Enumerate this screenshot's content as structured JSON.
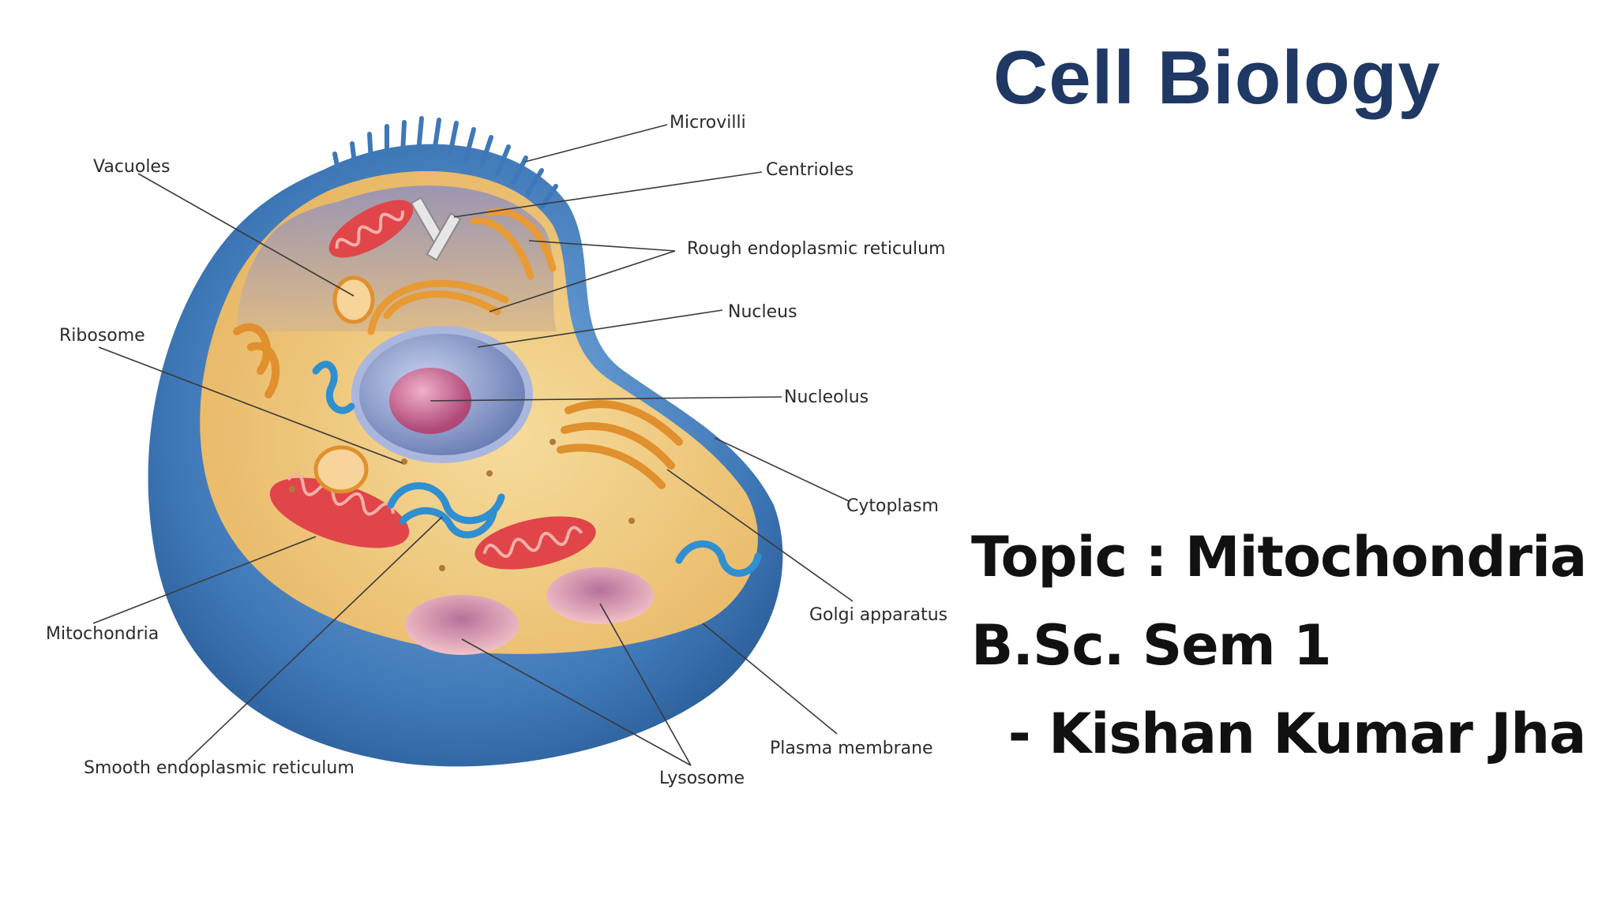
{
  "slide": {
    "title": "Cell Biology",
    "topic": "Topic : Mitochondria",
    "course": "B.Sc. Sem 1",
    "author": "  - Kishan Kumar Jha"
  },
  "diagram": {
    "labels": {
      "microvilli": "Microvilli",
      "vacuoles": "Vacuoles",
      "centrioles": "Centrioles",
      "rough_er": "Rough endoplasmic reticulum",
      "nucleus": "Nucleus",
      "ribosome": "Ribosome",
      "nucleolus": "Nucleolus",
      "cytoplasm": "Cytoplasm",
      "mitochondria": "Mitochondria",
      "golgi": "Golgi apparatus",
      "plasma_membrane": "Plasma membrane",
      "smooth_er": "Smooth endoplasmic reticulum",
      "lysosome": "Lysosome"
    }
  },
  "colors": {
    "title": "#1f3864",
    "membrane": "#3f78b8",
    "cytoplasm": "#f0c878",
    "mitochondria": "#e0454a",
    "golgi": "#e0902c",
    "nucleus": "#8fa3cf",
    "nucleolus": "#c25a8a"
  }
}
